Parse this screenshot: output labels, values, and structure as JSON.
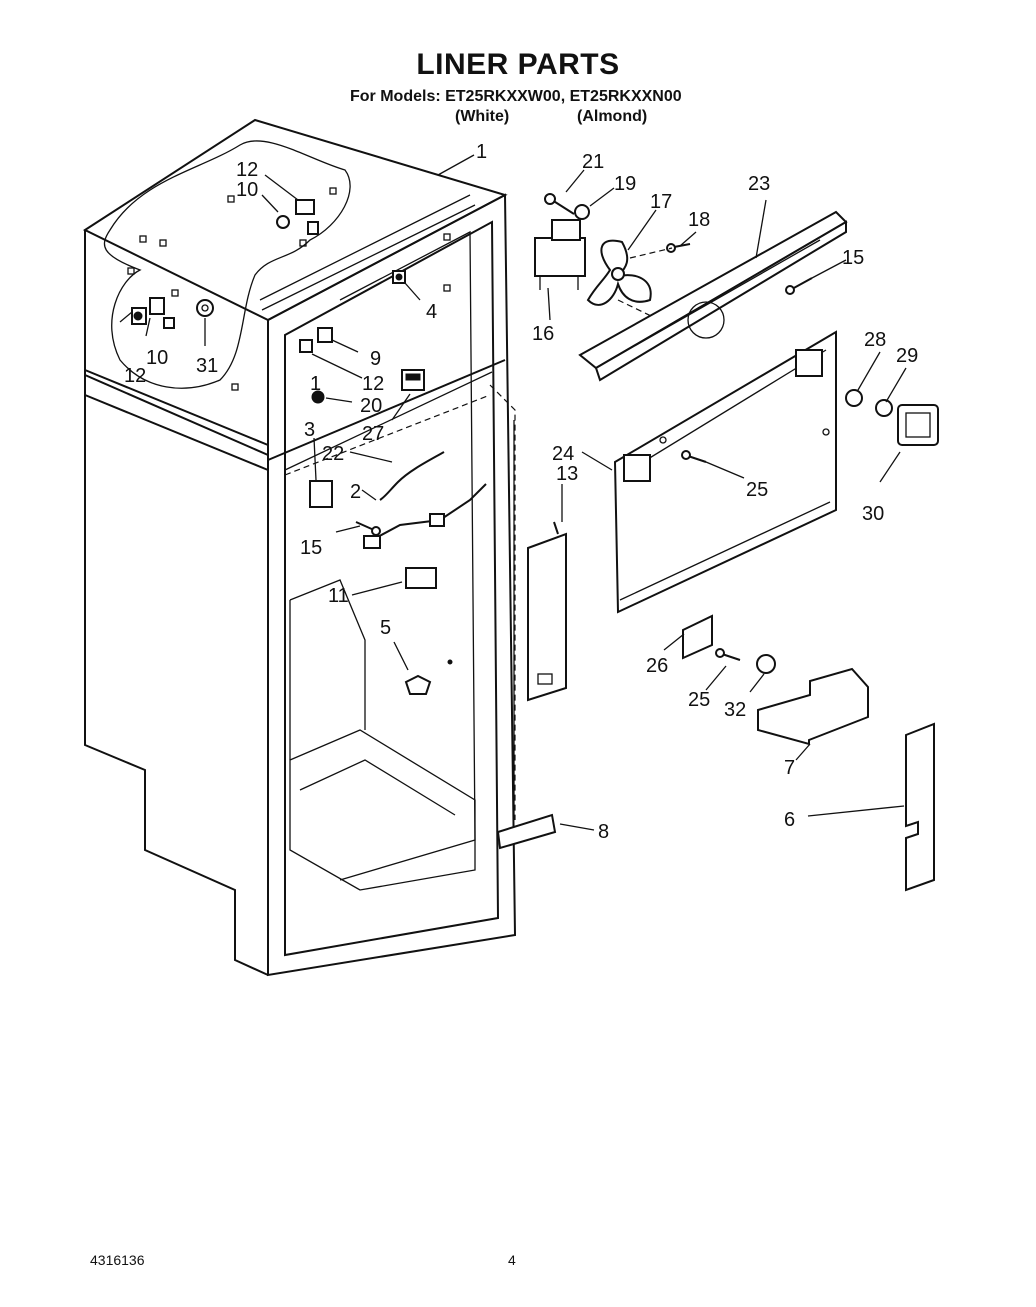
{
  "title": "LINER PARTS",
  "models_line": "For Models: ET25RKXXW00, ET25RKXXN00",
  "color_notes": {
    "white": "(White)",
    "almond": "(Almond)"
  },
  "footer": {
    "doc_number": "4316136",
    "page_number": "4"
  },
  "callouts": {
    "c1": "1",
    "c12a": "12",
    "c10a": "10",
    "c12b": "12",
    "c10b": "10",
    "c31": "31",
    "c4": "4",
    "c9": "9",
    "c12c": "12",
    "c20a": "1",
    "c20": "20",
    "c27": "27",
    "c3": "3",
    "c22": "22",
    "c2": "2",
    "c15a": "15",
    "c11": "11",
    "c5": "5",
    "c21": "21",
    "c19": "19",
    "c17": "17",
    "c18": "18",
    "c23": "23",
    "c15b": "15",
    "c16": "16",
    "c28": "28",
    "c29": "29",
    "c24": "24",
    "c13": "13",
    "c25a": "25",
    "c30": "30",
    "c26": "26",
    "c25b": "25",
    "c32": "32",
    "c7": "7",
    "c6": "6",
    "c8": "8"
  }
}
